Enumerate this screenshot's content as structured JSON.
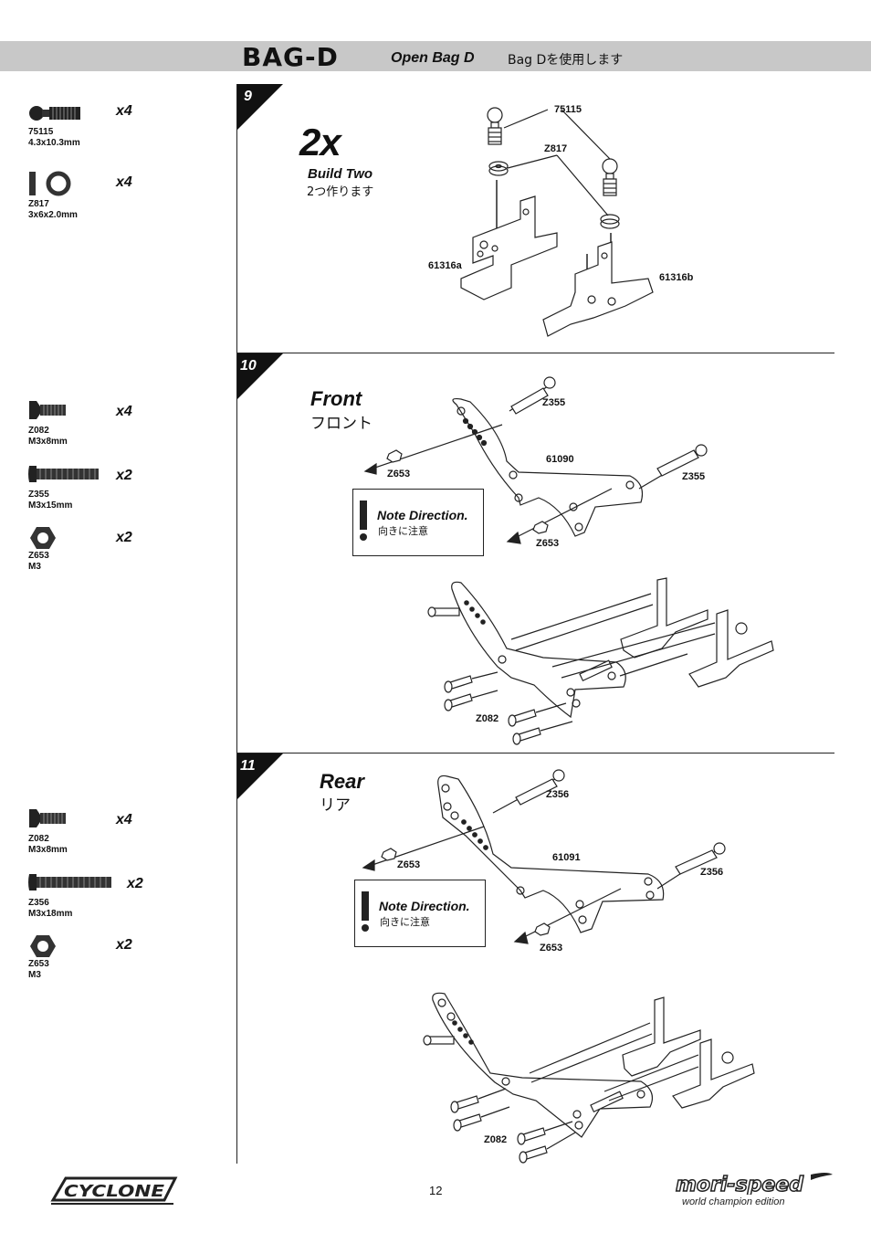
{
  "header": {
    "bag_title": "BAG-D",
    "open_bag": "Open Bag D",
    "jp_label": "Bag Dを使用します"
  },
  "steps": [
    {
      "number": "9",
      "multiplier": "2x",
      "title": "Build Two",
      "title_jp": "2つ作ります",
      "labels": [
        "75115",
        "Z817",
        "61316a",
        "61316b"
      ],
      "parts": [
        {
          "code": "75115",
          "size": "4.3x10.3mm",
          "qty": "x4"
        },
        {
          "code": "Z817",
          "size": "3x6x2.0mm",
          "qty": "x4"
        }
      ]
    },
    {
      "number": "10",
      "title": "Front",
      "title_jp": "フロント",
      "note": "Note Direction.",
      "note_jp": "向きに注意",
      "labels": [
        "Z355",
        "61090",
        "Z355",
        "Z653",
        "Z653",
        "Z082"
      ],
      "parts": [
        {
          "code": "Z082",
          "size": "M3x8mm",
          "qty": "x4"
        },
        {
          "code": "Z355",
          "size": "M3x15mm",
          "qty": "x2"
        },
        {
          "code": "Z653",
          "size": "M3",
          "qty": "x2"
        }
      ]
    },
    {
      "number": "11",
      "title": "Rear",
      "title_jp": "リア",
      "note": "Note Direction.",
      "note_jp": "向きに注意",
      "labels": [
        "Z356",
        "Z653",
        "61091",
        "Z356",
        "Z653",
        "Z082"
      ],
      "parts": [
        {
          "code": "Z082",
          "size": "M3x8mm",
          "qty": "x4"
        },
        {
          "code": "Z356",
          "size": "M3x18mm",
          "qty": "x2"
        },
        {
          "code": "Z653",
          "size": "M3",
          "qty": "x2"
        }
      ]
    }
  ],
  "footer": {
    "page_number": "12",
    "brand_left": "CYCLONE",
    "brand_right": "mori-speed",
    "brand_right_sub": "world champion edition"
  }
}
